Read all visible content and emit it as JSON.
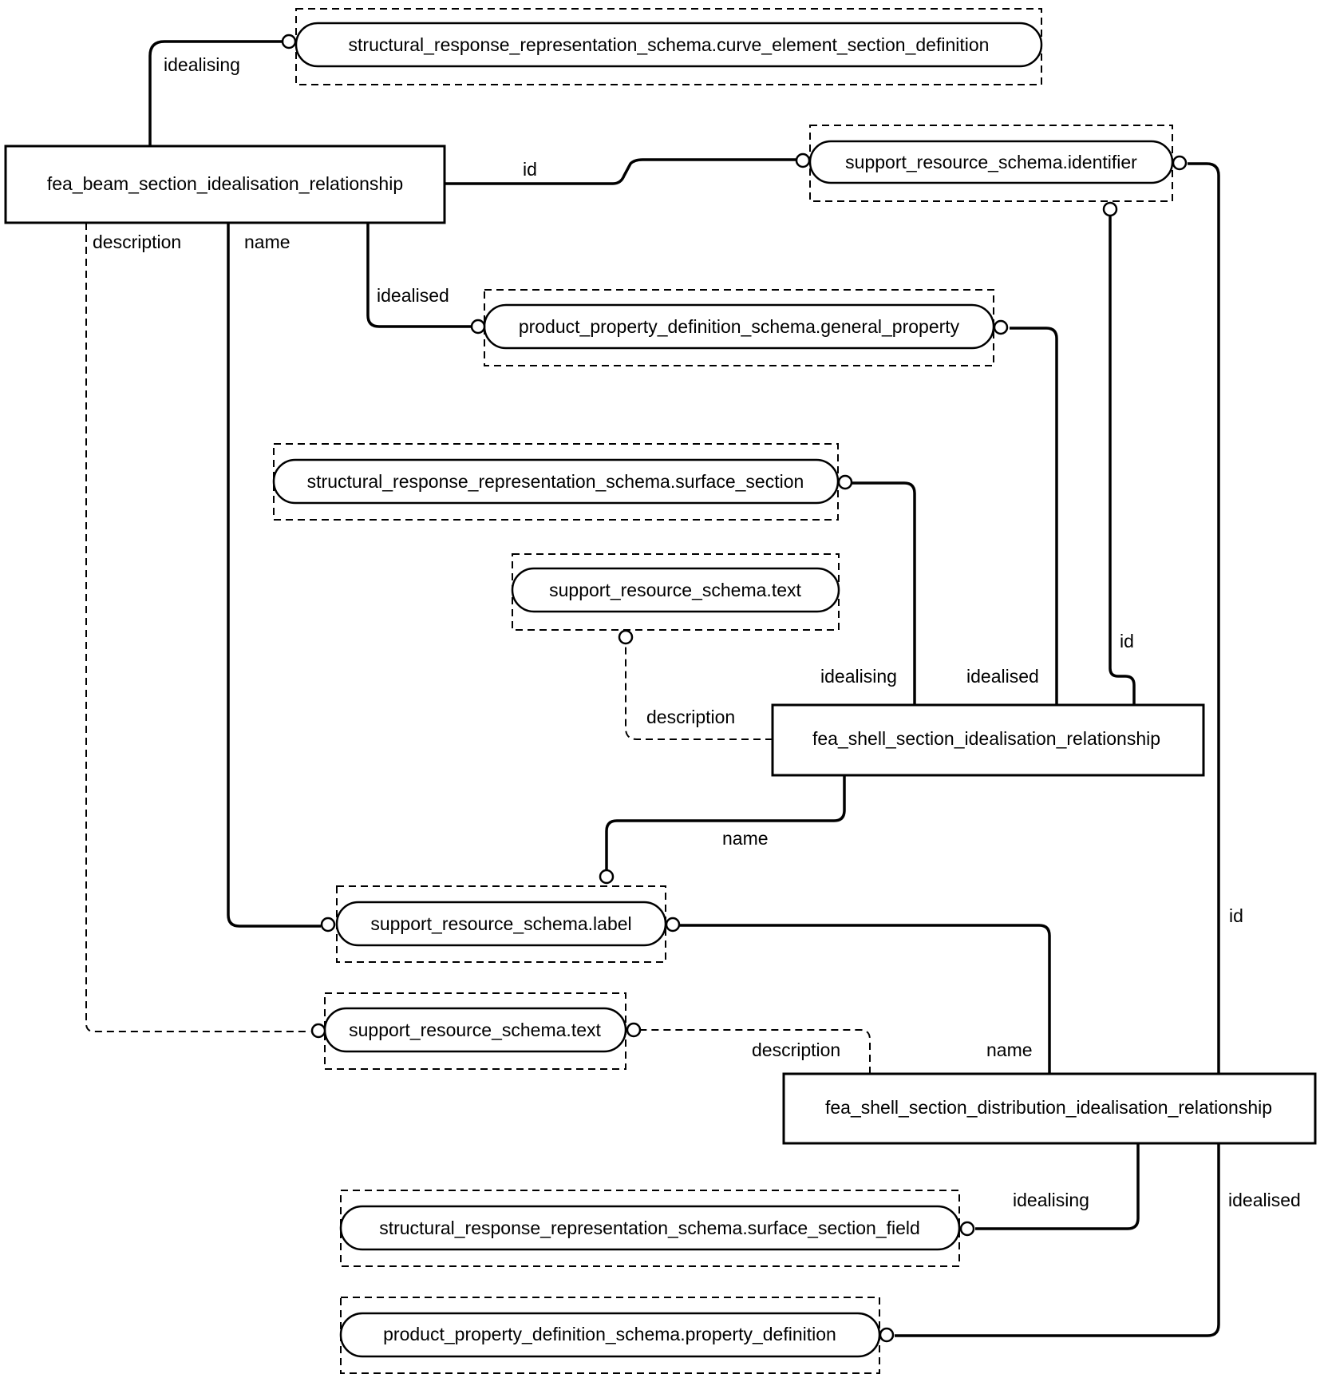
{
  "entities": {
    "beam": "fea_beam_section_idealisation_relationship",
    "shell": "fea_shell_section_idealisation_relationship",
    "distribution": "fea_shell_section_distribution_idealisation_relationship"
  },
  "types": {
    "curve_element_section_definition": "structural_response_representation_schema.curve_element_section_definition",
    "identifier": "support_resource_schema.identifier",
    "general_property": "product_property_definition_schema.general_property",
    "surface_section": "structural_response_representation_schema.surface_section",
    "text_upper": "support_resource_schema.text",
    "label": "support_resource_schema.label",
    "text_lower": "support_resource_schema.text",
    "surface_section_field": "structural_response_representation_schema.surface_section_field",
    "property_definition": "product_property_definition_schema.property_definition"
  },
  "roles": {
    "beam_idealising": "idealising",
    "beam_id": "id",
    "beam_description": "description",
    "beam_name": "name",
    "beam_idealised": "idealised",
    "shell_id": "id",
    "shell_idealising": "idealising",
    "shell_idealised": "idealised",
    "shell_description": "description",
    "shell_name": "name",
    "dist_id": "id",
    "dist_description": "description",
    "dist_name": "name",
    "dist_idealising": "idealising",
    "dist_idealised": "idealised"
  }
}
